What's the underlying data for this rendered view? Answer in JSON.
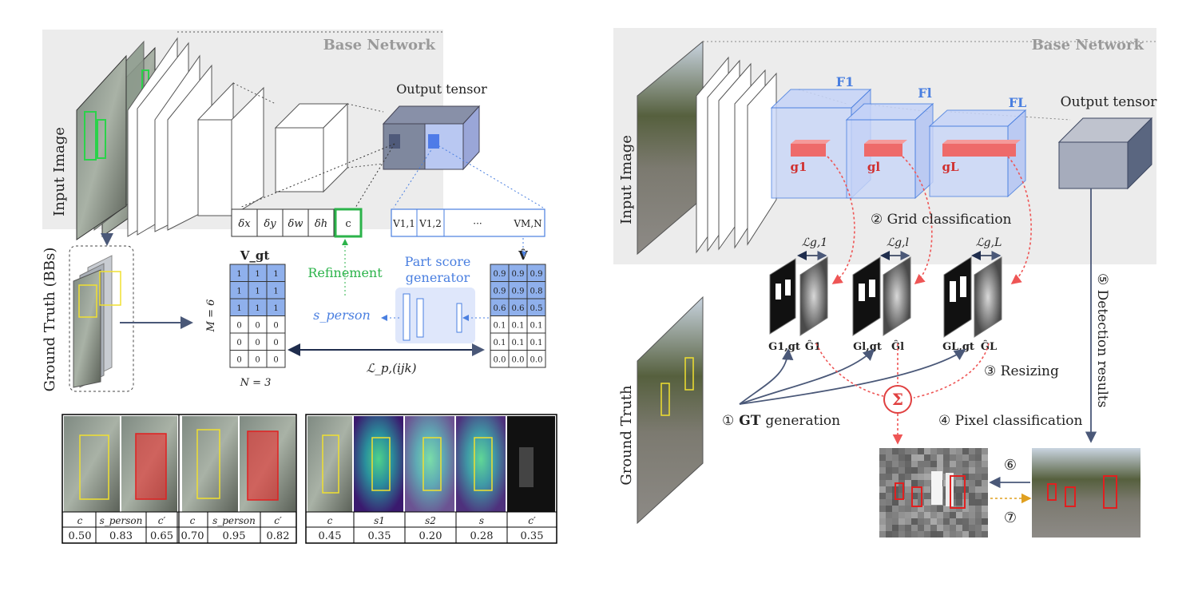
{
  "left": {
    "base_network_label": "Base Network",
    "output_tensor_label": "Output tensor",
    "input_image_label": "Input Image",
    "ground_truth_label": "Ground Truth (BBs)",
    "vector_cells": [
      "δx",
      "δy",
      "δw",
      "δh",
      "c"
    ],
    "part_cells": [
      "V1,1",
      "V1,2",
      "···",
      "VM,N"
    ],
    "refinement_label": "Refinement",
    "part_score_label_1": "Part score",
    "part_score_label_2": "generator",
    "s_person_label": "s_person",
    "vgt_label": "V_gt",
    "vhat_label": "V̂",
    "m_label": "M = 6",
    "n_label": "N = 3",
    "loss_label": "ℒ_p,(ijk)",
    "vgt_values": [
      [
        "1",
        "1",
        "1"
      ],
      [
        "1",
        "1",
        "1"
      ],
      [
        "1",
        "1",
        "1"
      ],
      [
        "0",
        "0",
        "0"
      ],
      [
        "0",
        "0",
        "0"
      ],
      [
        "0",
        "0",
        "0"
      ]
    ],
    "vhat_values": [
      [
        "0.9",
        "0.9",
        "0.9"
      ],
      [
        "0.9",
        "0.9",
        "0.8"
      ],
      [
        "0.6",
        "0.6",
        "0.5"
      ],
      [
        "0.1",
        "0.1",
        "0.1"
      ],
      [
        "0.1",
        "0.1",
        "0.1"
      ],
      [
        "0.0",
        "0.0",
        "0.0"
      ]
    ],
    "table1_headers": [
      "c",
      "s_person",
      "c′",
      "c",
      "s_person",
      "c′"
    ],
    "table1_values": [
      "0.50",
      "0.83",
      "0.65",
      "0.70",
      "0.95",
      "0.82"
    ],
    "table2_headers": [
      "c",
      "s1",
      "s2",
      "s",
      "c′"
    ],
    "table2_values": [
      "0.45",
      "0.35",
      "0.20",
      "0.28",
      "0.35"
    ]
  },
  "right": {
    "base_network_label": "Base Network",
    "output_tensor_label": "Output tensor",
    "input_image_label": "Input Image",
    "ground_truth_label": "Ground Truth",
    "f_labels": [
      "F1",
      "Fl",
      "FL"
    ],
    "g_labels": [
      "g1",
      "gl",
      "gL"
    ],
    "loss_labels": [
      "ℒg,1",
      "ℒg,l",
      "ℒg,L"
    ],
    "G_labels": [
      "G1,gt",
      "Ĝ1",
      "Gl,gt",
      "Ĝl",
      "GL,gt",
      "ĜL"
    ],
    "step2": "② Grid classification",
    "step3": "③ Resizing",
    "step4": "④ Pixel classification",
    "step1_num": "①",
    "step1_bold": "GT",
    "step1_rest": "generation",
    "step5": "⑤ Detection results",
    "step6": "⑥",
    "step7": "⑦",
    "sigma": "Σ"
  },
  "colors": {
    "blue": "#4a7fe0",
    "green": "#2bb34a",
    "red": "#e04040",
    "gray_panel": "#ececec",
    "vgt_fill": "#8fb0ec"
  }
}
